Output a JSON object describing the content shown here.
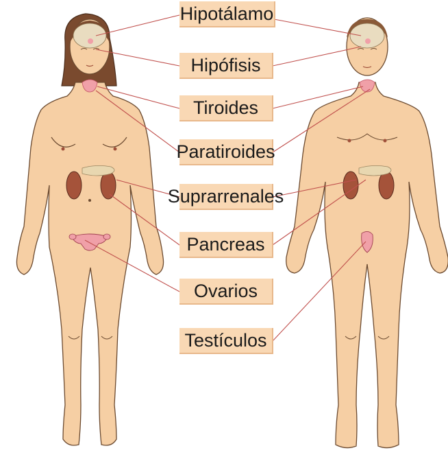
{
  "labels": {
    "hipotalamo": "Hipotálamo",
    "hipofisis": "Hipófisis",
    "tiroides": "Tiroides",
    "paratiroides": "Paratiroides",
    "suprarrenales": "Suprarrenales",
    "pancreas": "Pancreas",
    "ovarios": "Ovarios",
    "testiculos": "Testículos"
  },
  "colors": {
    "skin": "#f6cfa4",
    "skin_outline": "#6b4a30",
    "hair": "#7a4a2e",
    "gland": "#f0a0a8",
    "kidney": "#a5533a",
    "pancreas": "#e8d7b0",
    "leader_line": "#c0504d",
    "label_box": "#f9d8b4"
  }
}
